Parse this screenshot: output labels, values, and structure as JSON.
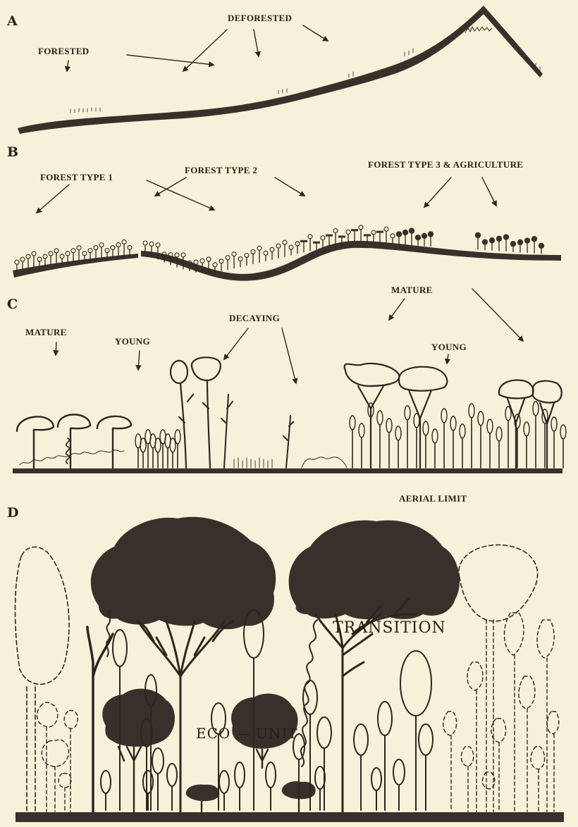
{
  "panels": {
    "a": {
      "letter": "A",
      "labels": {
        "forested": "FORESTED",
        "deforested": "DEFORESTED"
      }
    },
    "b": {
      "letter": "B",
      "labels": {
        "type1": "FOREST TYPE 1",
        "type2": "FOREST TYPE 2",
        "type3": "FOREST TYPE 3 & AGRICULTURE"
      }
    },
    "c": {
      "letter": "C",
      "labels": {
        "mature_left": "MATURE",
        "young_left": "YOUNG",
        "decaying": "DECAYING",
        "mature_right": "MATURE",
        "young_right": "YOUNG",
        "aerial_limit": "AERIAL LIMIT"
      }
    },
    "d": {
      "letter": "D",
      "labels": {
        "transition": "TRANSITION",
        "eco_unit": "ECO — UNIT"
      }
    }
  },
  "colors": {
    "background": "#f6f1d8",
    "ink": "#2e2520",
    "canopy": "#3a302b"
  }
}
